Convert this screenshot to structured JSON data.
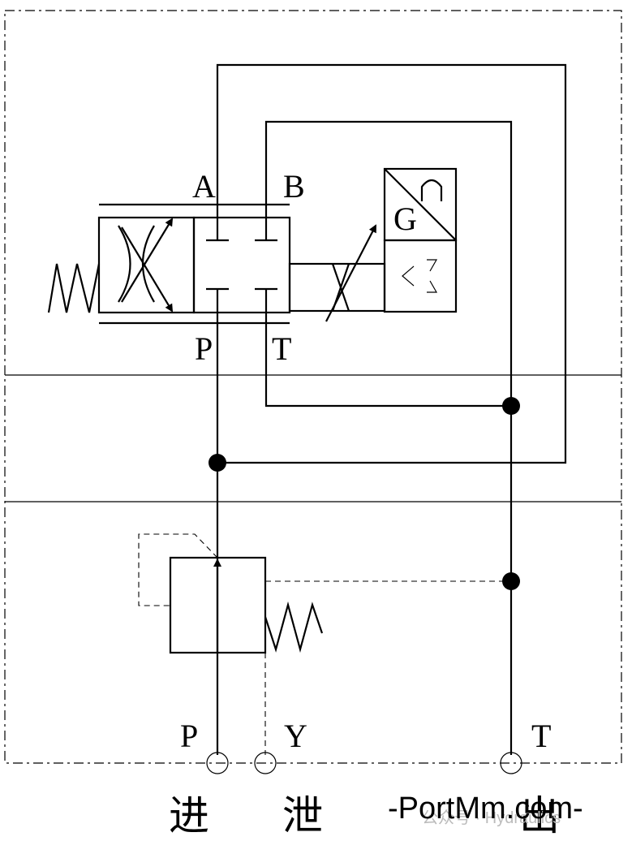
{
  "ports": {
    "A": "A",
    "B": "B",
    "P_valve": "P",
    "T_valve": "T",
    "G": "G",
    "P_bottom": "P",
    "Y_bottom": "Y",
    "T_bottom": "T"
  },
  "captions": {
    "inlet": "进",
    "drain": "泄",
    "outlet": "出"
  },
  "watermark": {
    "text": "-PortMm.com-",
    "faint": "公众号 · Hydraulics"
  },
  "colors": {
    "line": "#000000",
    "background": "#ffffff"
  }
}
